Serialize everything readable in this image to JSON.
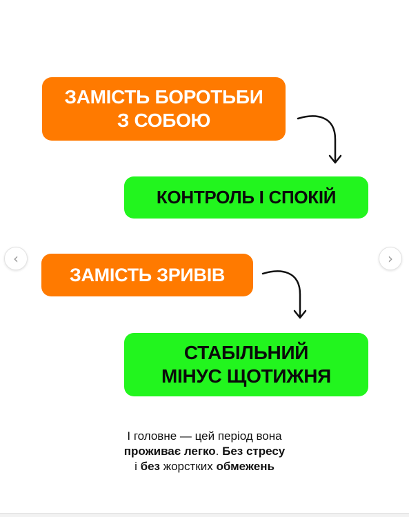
{
  "slide": {
    "block1": {
      "line1": "ЗАМІСТЬ БОРОТЬБИ",
      "line2": "З СОБОЮ"
    },
    "block2": {
      "text": "КОНТРОЛЬ І СПОКІЙ"
    },
    "block3": {
      "text": "ЗАМІСТЬ ЗРИВІВ"
    },
    "block4": {
      "line1": "СТАБІЛЬНИЙ",
      "line2": "МІНУС ЩОТИЖНЯ"
    },
    "caption": {
      "line1": "І головне — цей період вона",
      "line2_bold1": "проживає легко",
      "line2_plain": ". ",
      "line2_bold2": "Без стресу",
      "line3_plain1": "і ",
      "line3_bold1": "без",
      "line3_plain2": " жорстких ",
      "line3_bold2": "обмежень"
    }
  },
  "navigation": {
    "prev_icon": "‹",
    "next_icon": "›"
  },
  "colors": {
    "orange": "#ff7a00",
    "green": "#22f51e",
    "text_dark": "#111111"
  }
}
